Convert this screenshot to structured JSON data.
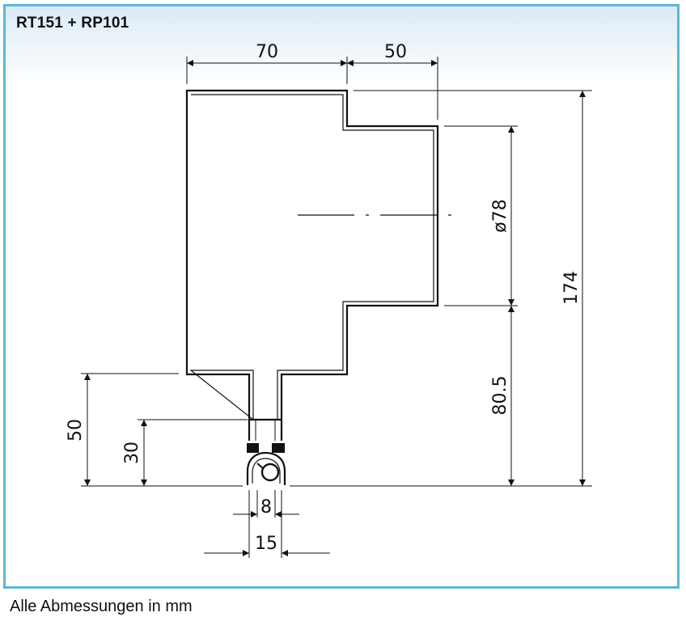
{
  "title": "RT151 + RP101",
  "footer": "Alle Abmessungen in mm",
  "colors": {
    "frame": "#5bb8d8",
    "header_gradient": "#dbeaf6",
    "lines": "#111111"
  },
  "dimensions": {
    "top_width_left": "70",
    "top_width_right": "50",
    "diameter": "ø78",
    "total_height": "174",
    "lower_height": "80.5",
    "rail_height": "50",
    "clip_height": "30",
    "clip_inner_width": "8",
    "clip_outer_width": "15"
  }
}
